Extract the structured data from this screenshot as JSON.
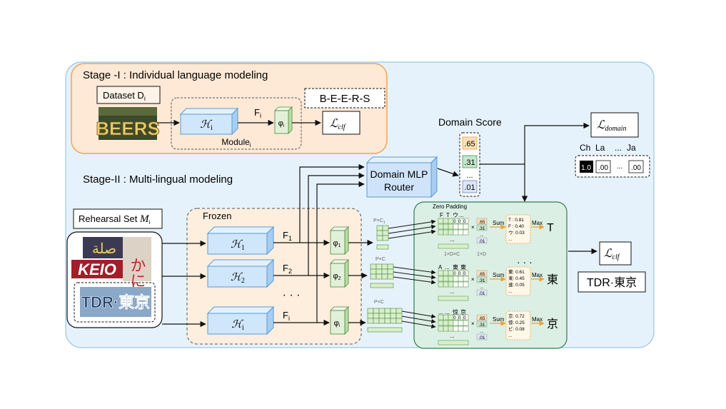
{
  "stage1": {
    "title": "Stage -I : Individual language modeling",
    "dataset_label": "Dataset D",
    "dataset_sub": "i",
    "sample_word": "BEERS",
    "module_label": "Module",
    "module_sub": "i",
    "encoder": "ℋ",
    "encoder_sub": "i",
    "feature": "F",
    "feature_sub": "i",
    "head": "φ",
    "head_sub": "i",
    "loss": "ℒ",
    "loss_sub": "clf",
    "sequence": "B-E-E-R-S"
  },
  "stage2": {
    "title": "Stage-II : Multi-lingual modeling",
    "rehearsal_label": "Rehearsal Set ",
    "rehearsal_sym": "M",
    "rehearsal_sub": "i",
    "sample_words": [
      "صلة",
      "かに",
      "KEIO",
      "TDR·東京"
    ],
    "frozen_label": "Frozen",
    "encoders": [
      {
        "sym": "ℋ",
        "sub": "1",
        "feat": "F",
        "feat_sub": "1",
        "head": "φ",
        "head_sub": "1"
      },
      {
        "sym": "ℋ",
        "sub": "2",
        "feat": "F",
        "feat_sub": "2",
        "head": "φ",
        "head_sub": "2"
      },
      {
        "sym": "ℋ",
        "sub": "i",
        "feat": "F",
        "feat_sub": "i",
        "head": "φ",
        "head_sub": "i"
      }
    ],
    "ellipsis": "· · ·",
    "router": [
      "Domain MLP",
      "Router"
    ],
    "domain_score_title": "Domain Score",
    "domain_scores": [
      ".65",
      ".31",
      "...",
      ".01"
    ],
    "loss_domain": "ℒ",
    "loss_domain_sub": "domain",
    "lang_header": [
      "Ch",
      "La",
      "...",
      "Ja"
    ],
    "lang_values": [
      "1.0",
      ".00",
      "...",
      ".00"
    ],
    "matrix_labels": [
      "P×C",
      "P×C",
      "P×C"
    ],
    "matrix_label_sub": "1",
    "zero_padding": "Zero Padding",
    "dim1": "1×D×C",
    "dim2": "1×D",
    "top_chars": [
      "F",
      "T",
      "ウ",
      "..."
    ],
    "row_chars_a": [
      "A",
      "...",
      "東",
      "東"
    ],
    "row_chars_b": [
      "...",
      "...",
      "惊",
      "京"
    ],
    "zeros": [
      "0",
      "0",
      "0"
    ],
    "sum_label": "Sum",
    "max_label": "Max",
    "mini_scores": [
      ".65",
      ".31",
      "...",
      ".01"
    ],
    "results": [
      {
        "lines": [
          "T : 0.81",
          "F : 0.40",
          "ウ: 0.03",
          "..."
        ],
        "out": "T"
      },
      {
        "lines": [
          "東: 0.61",
          "柬: 0.45",
          "速: 0.05",
          "..."
        ],
        "out": "東"
      },
      {
        "lines": [
          "京: 0.72",
          "惊: 0.25",
          "ビ: 0.08",
          "..."
        ],
        "out": "京"
      }
    ],
    "final_loss": "ℒ",
    "final_loss_sub": "clf",
    "final_output": "TDR·東京"
  },
  "colors": {
    "outer_bg": "#e6f2fb",
    "stage1_bg": "#fde9d6",
    "stage1_border": "#f0a451",
    "frozen_bg": "#fdeedd",
    "zero_bg": "#dcefe4",
    "zero_border": "#2f7f52",
    "cube_face": "#cfe6fb",
    "cube_edge": "#5b9bd5",
    "head_face": "#e2f0d9",
    "router_bg": "#cfe4fb",
    "orange_score": "#fde0b8",
    "green_score": "#c3e6c9",
    "blue_score": "#dde6f8",
    "arrow_orange": "#f0a030"
  }
}
